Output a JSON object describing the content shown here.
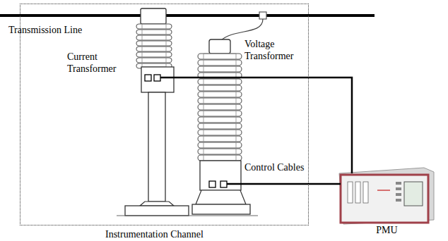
{
  "diagram": {
    "nodes": [
      {
        "text": [
          "Instrumentation Channel"
        ]
      },
      {
        "text": [
          "PMU"
        ]
      }
    ],
    "edges": [
      {
        "from": 0,
        "to": 1,
        "arrow": "none"
      },
      {
        "from": 0,
        "to": 1,
        "arrow": "none"
      }
    ],
    "labels": [
      "Transmission Line",
      "Current Transformer",
      "Voltage Transformer",
      "Control Cables"
    ]
  }
}
